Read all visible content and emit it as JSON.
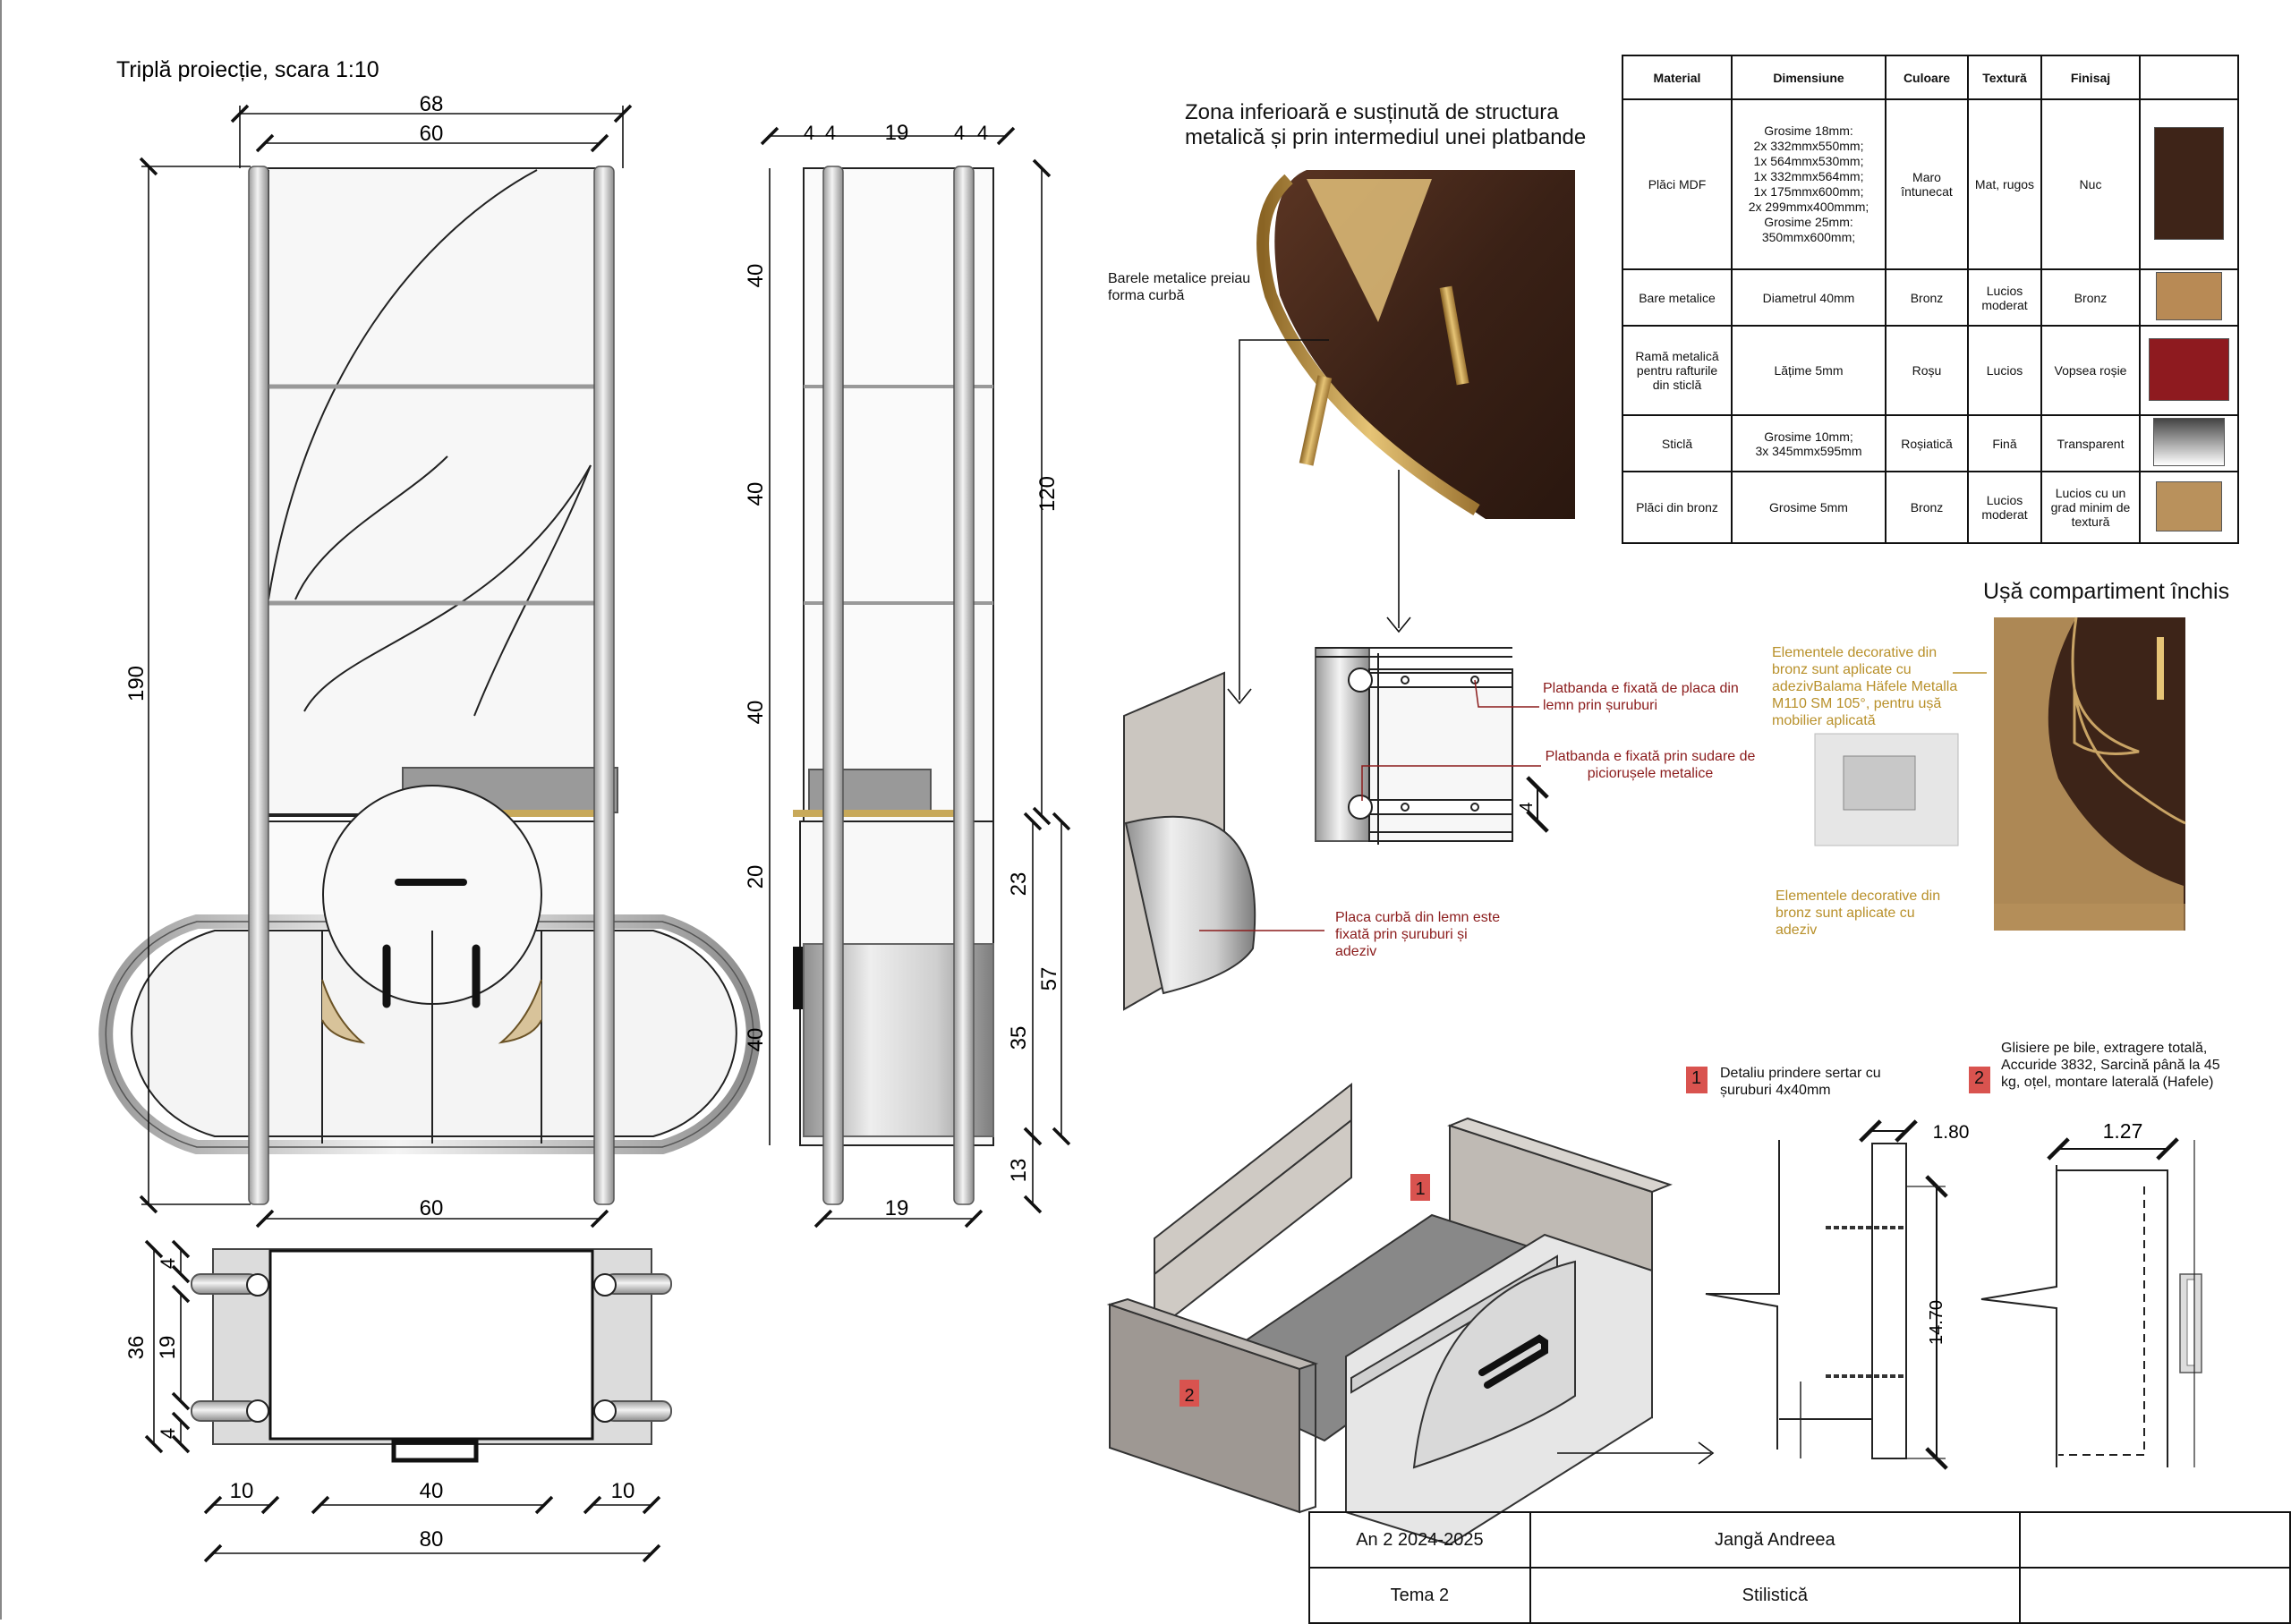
{
  "title": "Triplă proiecție, scara 1:10",
  "front_view": {
    "dims": {
      "total_width": "68",
      "inner_width": "60",
      "height": "190",
      "bottom_width": "60"
    }
  },
  "side_view": {
    "dims_top": [
      "4",
      "4",
      "19",
      "4",
      "4"
    ],
    "dims_left": [
      "40",
      "40",
      "40",
      "20",
      "40"
    ],
    "dims_right": [
      "120",
      "23",
      "57",
      "35",
      "13"
    ],
    "dim_bottom": "19"
  },
  "top_view": {
    "dims_left": [
      "4",
      "19",
      "4"
    ],
    "dim_total_depth": "36",
    "dims_bottom": [
      "10",
      "40",
      "10"
    ],
    "dim_total_width": "80"
  },
  "render_heading": "Zona inferioară e susținută de structura metalică și prin intermediul unei platbande",
  "labels": {
    "bars": "Barele metalice preiau forma curbă",
    "platbanda_screws": "Platbanda e fixată de placa din lemn prin șuruburi",
    "platbanda_weld": "Platbanda e fixată prin sudare de piciorușele metalice",
    "curved_plate": "Placa curbă din lemn este fixată prin șuruburi și adeziv",
    "detail_dim": "4"
  },
  "door": {
    "title": "Ușă compartiment închis",
    "note_hinge": "Elementele decorative din bronz sunt aplicate cu adezivBalama Häfele Metalla M110 SM 105°, pentru ușă mobilier aplicată",
    "note_bronze": "Elementele decorative din bronz sunt aplicate cu adeziv"
  },
  "materials_table": {
    "headers": [
      "Material",
      "Dimensiune",
      "Culoare",
      "Textură",
      "Finisaj",
      ""
    ],
    "rows": [
      {
        "material": "Plăci MDF",
        "dimensiune": "Grosime 18mm:\n2x 332mmx550mm;\n1x 564mmx530mm;\n1x  332mmx564mm;\n1x 175mmx600mm;\n2x 299mmx400mmm;\nGrosime 25mm:\n350mmx600mm;",
        "culoare": "Maro întunecat",
        "textura": "Mat, rugos",
        "finisaj": "Nuc",
        "swatch": "#3e2418"
      },
      {
        "material": "Bare metalice",
        "dimensiune": "Diametrul 40mm",
        "culoare": "Bronz",
        "textura": "Lucios moderat",
        "finisaj": "Bronz",
        "swatch": "#b88a55"
      },
      {
        "material": "Ramă metalică pentru rafturile din sticlă",
        "dimensiune": "Lățime 5mm",
        "culoare": "Roșu",
        "textura": "Lucios",
        "finisaj": "Vopsea roșie",
        "swatch": "#8e1a1f"
      },
      {
        "material": "Sticlă",
        "dimensiune": "Grosime 10mm;\n3x 345mmx595mm",
        "culoare": "Roșiatică",
        "textura": "Fină",
        "finisaj": "Transparent",
        "swatch": "#7d7d7d"
      },
      {
        "material": "Plăci din bronz",
        "dimensiune": "Grosime 5mm",
        "culoare": "Bronz",
        "textura": "Lucios moderat",
        "finisaj": "Lucios cu un grad minim de textură",
        "swatch": "#b9915c"
      }
    ]
  },
  "details": {
    "item1_num": "1",
    "item1_text": "Detaliu prindere sertar cu șuruburi 4x40mm",
    "item2_num": "2",
    "item2_text": "Glisiere pe bile, extragere totală, Accuride 3832, Sarcină până la 45 kg, oțel, montare laterală (Hafele)",
    "dim_180": "1.80",
    "dim_1470": "14.70",
    "dim_127": "1.27"
  },
  "title_block": {
    "year": "An 2  2024-2025",
    "author": "Jangă Andreea",
    "theme": "Tema 2",
    "subject": "Stilistică"
  },
  "colors": {
    "walnut": "#3e2418",
    "bronze": "#c49a4c",
    "red_note": "#8b1c1c",
    "gold_note": "#b8902a",
    "marker": "#d9534f"
  }
}
